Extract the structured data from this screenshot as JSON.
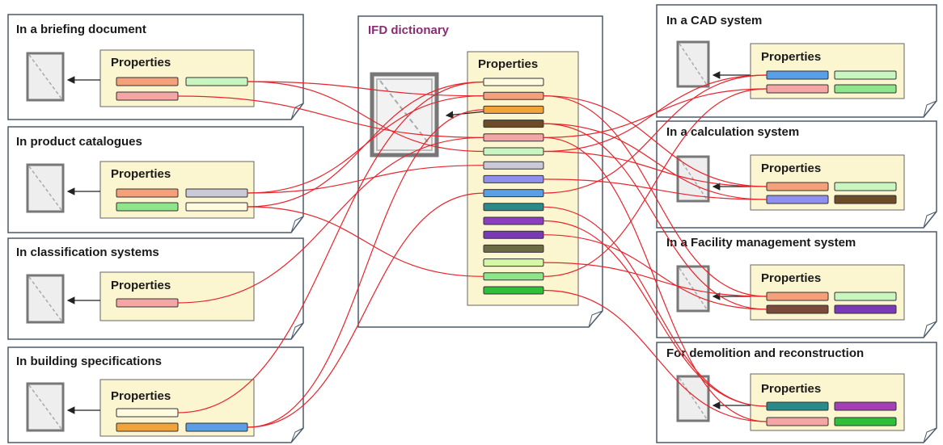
{
  "diagram": {
    "ifd": {
      "title": "IFD dictionary",
      "properties_title": "Properties",
      "bars": [
        "#fffbe0",
        "#f4a07a",
        "#f2a33a",
        "#6b4b2a",
        "#f4a6a6",
        "#c8f5c0",
        "#c9c9d8",
        "#8f8ff0",
        "#5a9ee6",
        "#2a8a8a",
        "#8a3fbf",
        "#7a3ab8",
        "#6b6b45",
        "#d4f7a8",
        "#8ee68a",
        "#2fbf3a"
      ]
    },
    "left_cards": [
      {
        "title": "In a briefing document",
        "properties_title": "Properties",
        "rows": [
          [
            "#f4a07a",
            "#c8f5c0"
          ],
          [
            "#f4a6a6"
          ]
        ]
      },
      {
        "title": "In product catalogues",
        "properties_title": "Properties",
        "rows": [
          [
            "#f4a07a",
            "#c9c9d8"
          ],
          [
            "#8ee68a",
            "#fffbe0"
          ]
        ]
      },
      {
        "title": "In classification systems",
        "properties_title": "Properties",
        "rows": [
          [
            "#f4a6a6"
          ]
        ]
      },
      {
        "title": "In building specifications",
        "properties_title": "Properties",
        "rows": [
          [
            "#fffbe0"
          ],
          [
            "#f2a33a",
            "#5a9ee6"
          ]
        ]
      }
    ],
    "right_cards": [
      {
        "title": "In a CAD system",
        "properties_title": "Properties",
        "rows": [
          [
            "#5a9ee6",
            "#c8f5c0"
          ],
          [
            "#f4a6a6",
            "#8ee68a"
          ]
        ]
      },
      {
        "title": "In a calculation system",
        "properties_title": "Properties",
        "rows": [
          [
            "#f4a07a",
            "#c8f5c0"
          ],
          [
            "#8f8ff0",
            "#6b4b2a"
          ]
        ]
      },
      {
        "title": "In a Facility management system",
        "properties_title": "Properties",
        "rows": [
          [
            "#f4a07a",
            "#c8f5c0"
          ],
          [
            "#7a4a3a",
            "#7a3ab8"
          ]
        ]
      },
      {
        "title": "For demolition and reconstruction",
        "properties_title": "Properties",
        "rows": [
          [
            "#2a8a8a",
            "#a43fb8"
          ],
          [
            "#f4a6a6",
            "#2fbf3a"
          ]
        ]
      }
    ],
    "colors": {
      "link_line": "#e8242c",
      "properties_panel": "#fbf5d0",
      "card_border": "#4a5a6a"
    }
  }
}
